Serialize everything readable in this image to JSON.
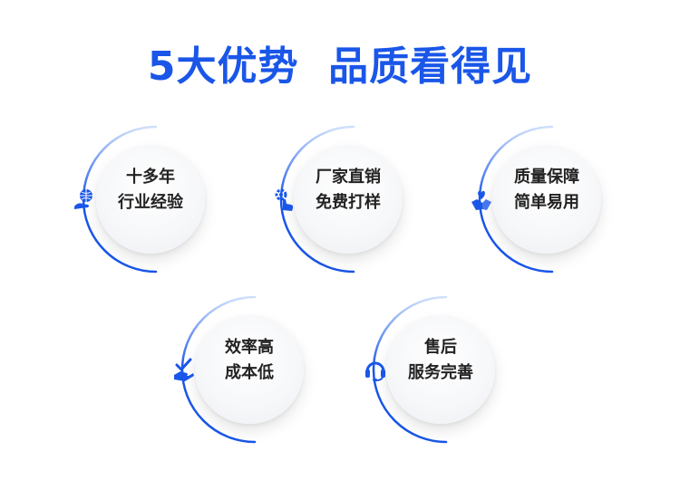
{
  "title": "5大优势  品质看得见",
  "colors": {
    "accent": "#1a56e8",
    "arc_light": "#cfe0fb"
  },
  "advantages": [
    {
      "line1": "十多年",
      "line2": "行业经验",
      "icon": "globe-hand-icon"
    },
    {
      "line1": "厂家直销",
      "line2": "免费打样",
      "icon": "gear-hand-icon"
    },
    {
      "line1": "质量保障",
      "line2": "简单易用",
      "icon": "heart-hand-icon"
    },
    {
      "line1": "效率高",
      "line2": "成本低",
      "icon": "check-hand-icon"
    },
    {
      "line1": "售后",
      "line2": "服务完善",
      "icon": "headset-icon"
    }
  ]
}
